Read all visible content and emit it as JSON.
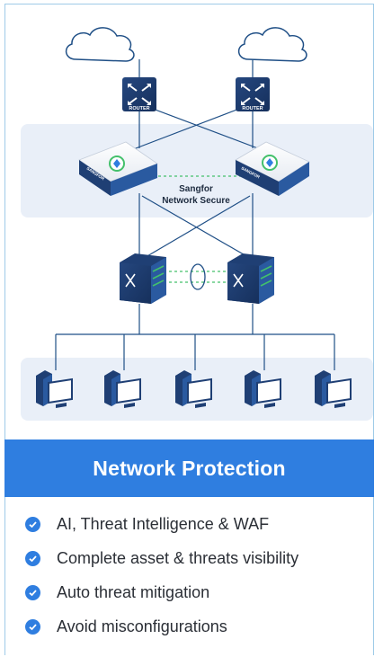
{
  "diagram": {
    "router_label": "ROUTER",
    "firewall_brand": "SANGFOR",
    "center_label_line1": "Sangfor",
    "center_label_line2": "Network Secure"
  },
  "banner": {
    "title": "Network Protection"
  },
  "features": [
    "AI, Threat Intelligence  & WAF",
    "Complete asset & threats visibility",
    "Auto threat mitigation",
    "Avoid misconfigurations"
  ],
  "colors": {
    "accent": "#2f7ee0",
    "navy": "#1d3a6e",
    "panel": "#e9eff8",
    "line": "#1f4f86",
    "green": "#43c06b"
  }
}
